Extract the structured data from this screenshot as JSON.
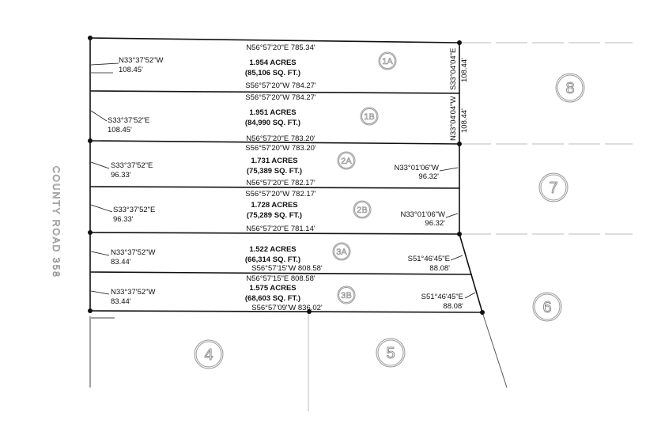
{
  "road_label": "COUNTY ROAD 358",
  "adjacent_parcels": [
    "8",
    "7",
    "6",
    "4",
    "5"
  ],
  "lots": [
    {
      "id": "1A",
      "acres": "1.954 ACRES",
      "sqft": "(85,106 SQ. FT.)",
      "top": "N56°57'20\"E  785.34'",
      "bottom": "S56°57'20\"W  784.27'",
      "left_bearing": "N33°37'52\"W",
      "left_dist": "108.45'",
      "right_bearing": "S33°04'04\"E",
      "right_dist": "108.44'"
    },
    {
      "id": "1B",
      "acres": "1.951 ACRES",
      "sqft": "(84,990 SQ. FT.)",
      "top": "S56°57'20\"W  784.27'",
      "bottom": "N56°57'20\"E  783.20'",
      "left_bearing": "S33°37'52\"E",
      "left_dist": "108.45'",
      "right_bearing": "N33°04'04\"W",
      "right_dist": "108.44'"
    },
    {
      "id": "2A",
      "acres": "1.731 ACRES",
      "sqft": "(75,389 SQ. FT.)",
      "top": "S56°57'20\"W  783.20'",
      "bottom": "N56°57'20\"E  782.17'",
      "left_bearing": "S33°37'52\"E",
      "left_dist": "96.33'",
      "right_bearing": "N33°01'06\"W",
      "right_dist": "96.32'"
    },
    {
      "id": "2B",
      "acres": "1.728 ACRES",
      "sqft": "(75,289 SQ. FT.)",
      "top": "S56°57'20\"W  782.17'",
      "bottom": "N56°57'20\"E  781.14'",
      "left_bearing": "S33°37'52\"E",
      "left_dist": "96.33'",
      "right_bearing": "N33°01'06\"W",
      "right_dist": "96.32'"
    },
    {
      "id": "3A",
      "acres": "1.522 ACRES",
      "sqft": "(66,314 SQ. FT.)",
      "top": "",
      "bottom": "S56°57'15\"W  808.58'",
      "left_bearing": "N33°37'52\"W",
      "left_dist": "83.44'",
      "right_bearing": "S51°46'45\"E",
      "right_dist": "88.08'"
    },
    {
      "id": "3B",
      "acres": "1.575 ACRES",
      "sqft": "(68,603 SQ. FT.)",
      "top": "N56°57'15\"E  808.58'",
      "bottom": "S56°57'09\"W  836.02'",
      "left_bearing": "N33°37'52\"W",
      "left_dist": "83.44'",
      "right_bearing": "S51°46'45\"E",
      "right_dist": "88.08'"
    }
  ]
}
